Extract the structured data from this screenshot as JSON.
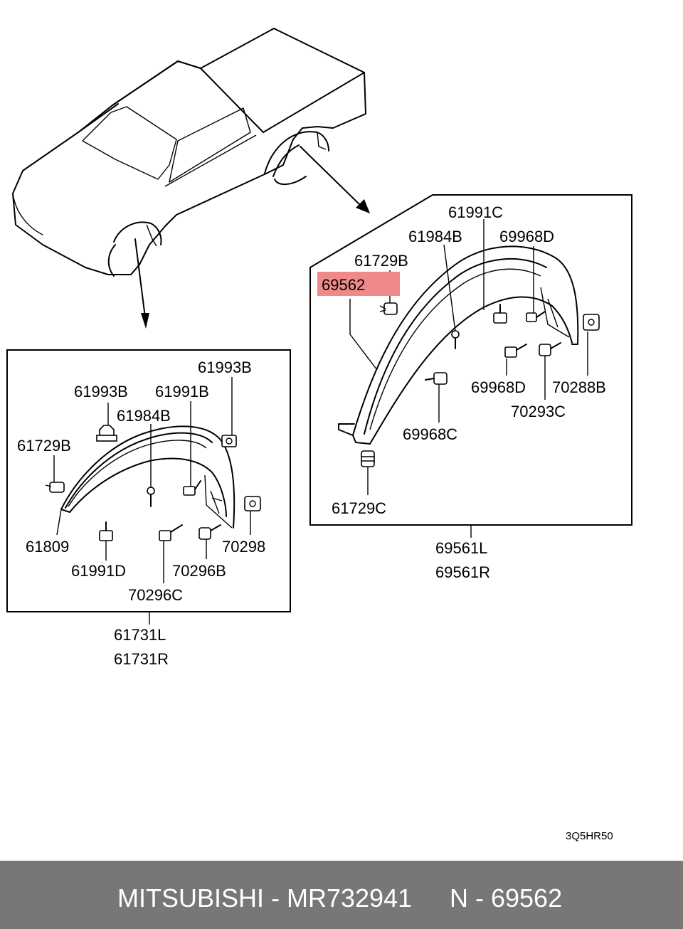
{
  "diagram": {
    "code": "3Q5HR50",
    "highlight_color": "#f08a8a",
    "front_group": {
      "part_numbers": [
        "61731L",
        "61731R"
      ],
      "callouts": [
        "61993B",
        "61993B",
        "61991B",
        "61984B",
        "61729B",
        "61809",
        "61991D",
        "70296C",
        "70296B",
        "70298"
      ]
    },
    "rear_group": {
      "part_numbers": [
        "69561L",
        "69561R"
      ],
      "highlighted": "69562",
      "callouts": [
        "61991C",
        "61984B",
        "69968D",
        "61729B",
        "69968D",
        "70288B",
        "70293C",
        "69968C",
        "61729C"
      ]
    }
  },
  "footer": {
    "brand_part": "MITSUBISHI - MR732941",
    "ref": "N - 69562",
    "background": "#777777"
  }
}
